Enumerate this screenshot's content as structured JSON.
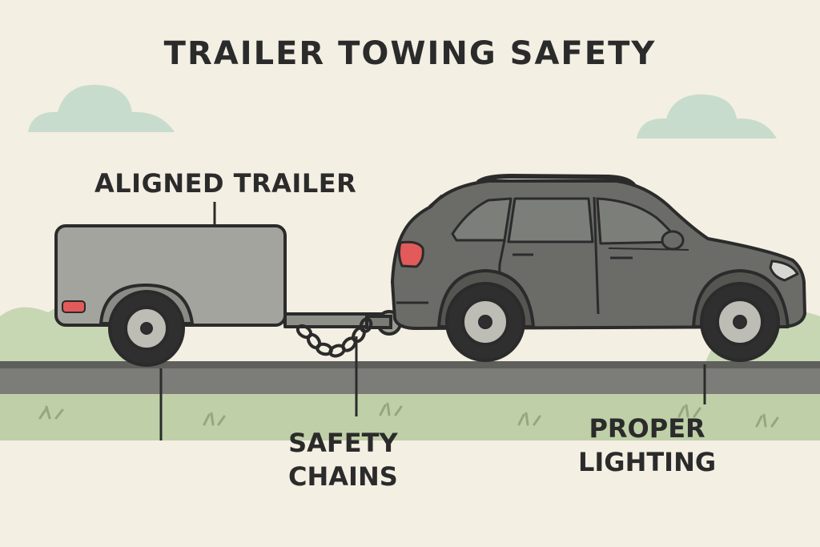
{
  "title": "TRAILER TOWING SAFETY",
  "labels": {
    "aligned_trailer": "ALIGNED TRAILER",
    "safety_chains_1": "SAFETY",
    "safety_chains_2": "CHAINS",
    "proper_lighting_1": "PROPER",
    "proper_lighting_2": "LIGHTING"
  },
  "colors": {
    "background": "#f4efe3",
    "cloud": "#c8dccd",
    "grass": "#bfd0a8",
    "road": "#6b6b68",
    "trailer_body": "#a4a49e",
    "car_body": "#6b6c68",
    "window": "#7b7e79",
    "tail_light": "#e35a5a",
    "outline": "#2b2b2b"
  }
}
